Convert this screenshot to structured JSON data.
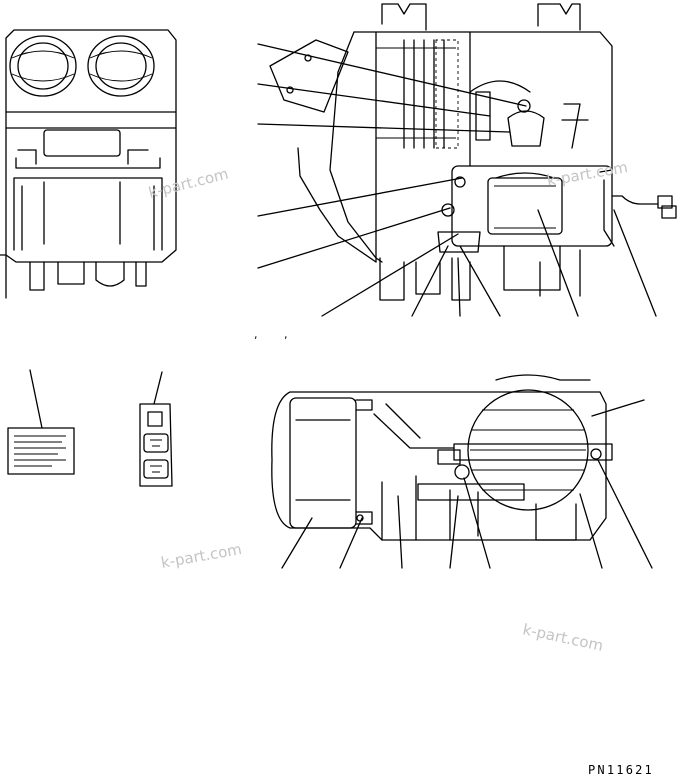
{
  "diagram": {
    "part_number": "PN11621",
    "watermarks": [
      "k-part.com",
      "k-part.com",
      "k-part.com",
      "k-part.com"
    ],
    "separator_marks": [
      ",",
      ","
    ]
  }
}
